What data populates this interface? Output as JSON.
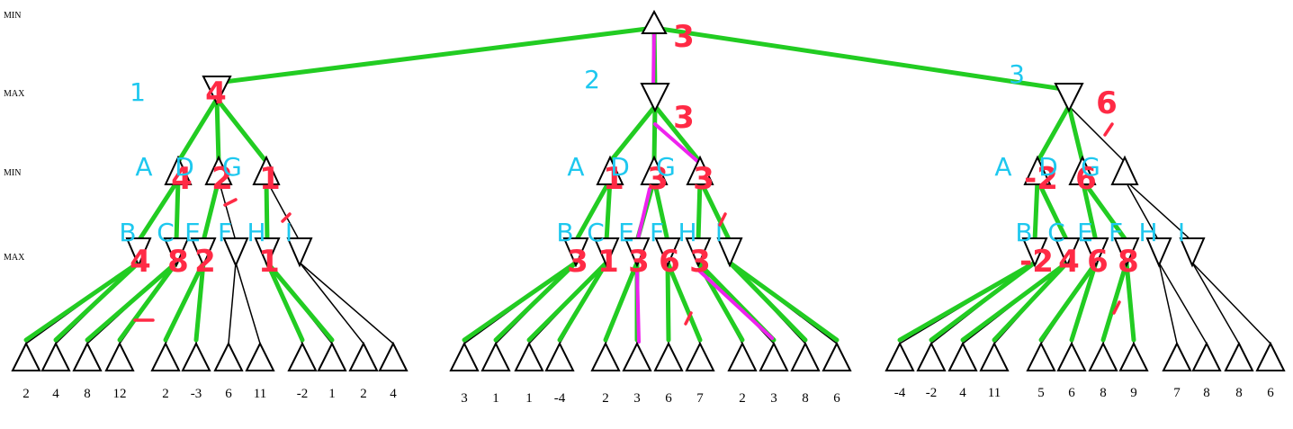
{
  "levels": [
    "MIN",
    "MAX",
    "MIN",
    "MAX"
  ],
  "root_label": "3",
  "subtrees": [
    {
      "number": "1",
      "max_value": "4",
      "min_nodes": [
        {
          "letter": "A",
          "value": "4"
        },
        {
          "letter": "D",
          "value": "2"
        },
        {
          "letter": "G",
          "value": "1"
        }
      ],
      "max_letters": [
        "B",
        "C",
        "E",
        "F",
        "H",
        "I"
      ],
      "max_values": [
        "4",
        "8",
        "2",
        "",
        "1",
        ""
      ],
      "leaves": [
        "2",
        "4",
        "8",
        "12",
        "2",
        "-3",
        "6",
        "11",
        "-2",
        "1",
        "2",
        "4"
      ]
    },
    {
      "number": "2",
      "max_value": "3",
      "min_nodes": [
        {
          "letter": "A",
          "value": "1"
        },
        {
          "letter": "D",
          "value": "3"
        },
        {
          "letter": "G",
          "value": "3"
        }
      ],
      "max_letters": [
        "B",
        "C",
        "E",
        "F",
        "H",
        "I"
      ],
      "max_values": [
        "3",
        "1",
        "3",
        "6",
        "3",
        ""
      ],
      "leaves": [
        "3",
        "1",
        "1",
        "-4",
        "2",
        "3",
        "6",
        "7",
        "2",
        "3",
        "8",
        "6"
      ]
    },
    {
      "number": "3",
      "max_value": "6",
      "min_nodes": [
        {
          "letter": "A",
          "value": "-2"
        },
        {
          "letter": "D",
          "value": "6"
        },
        {
          "letter": "G",
          "value": ""
        }
      ],
      "max_letters": [
        "B",
        "C",
        "E",
        "F",
        "H",
        "I"
      ],
      "max_values": [
        "-2",
        "4",
        "6",
        "8",
        "",
        ""
      ],
      "leaves": [
        "-4",
        "-2",
        "4",
        "11",
        "5",
        "6",
        "8",
        "9",
        "7",
        "8",
        "8",
        "6"
      ]
    }
  ],
  "colors": {
    "edge": "#000000",
    "green": "#22cc22",
    "magenta": "#ee22ee",
    "red": "#ff2a45",
    "blue": "#1ec8ef"
  }
}
